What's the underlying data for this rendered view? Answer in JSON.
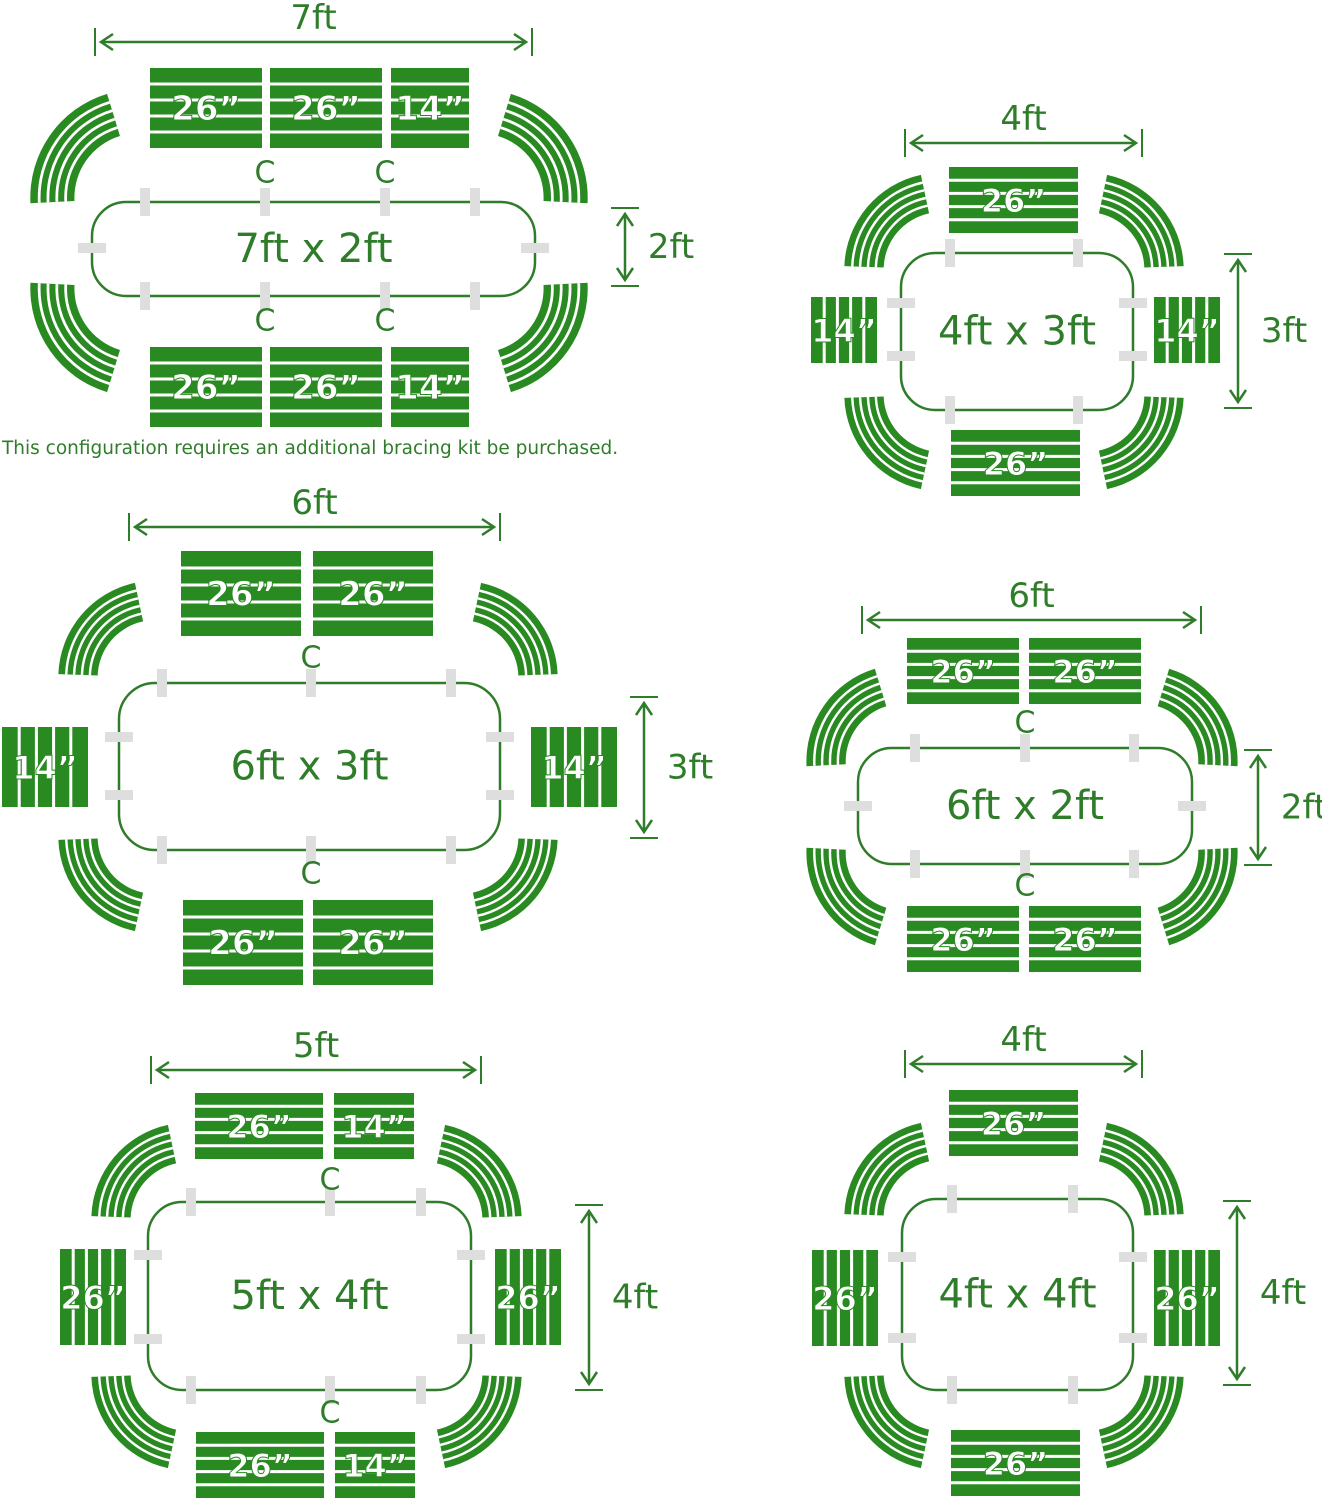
{
  "colors": {
    "green": "#2a8a22",
    "line": "#2f7d2a",
    "stripe": "#ffffff",
    "clip": "#dedede"
  },
  "note": "This configuration requires an additional bracing kit be purchased.",
  "configs": [
    {
      "id": "7x2",
      "width_label": "7ft",
      "height_label": "2ft",
      "table_label": "7ft x 2ft",
      "top_panels": [
        "26”",
        "26”",
        "14”"
      ],
      "bottom_panels": [
        "26”",
        "26”",
        "14”"
      ],
      "side_panels": [],
      "connector_label": "C"
    },
    {
      "id": "4x3",
      "width_label": "4ft",
      "height_label": "3ft",
      "table_label": "4ft x 3ft",
      "top_panels": [
        "26”"
      ],
      "bottom_panels": [
        "26”"
      ],
      "side_panels": [
        "14”",
        "14”"
      ],
      "connector_label": ""
    },
    {
      "id": "6x3",
      "width_label": "6ft",
      "height_label": "3ft",
      "table_label": "6ft x 3ft",
      "top_panels": [
        "26”",
        "26”"
      ],
      "bottom_panels": [
        "26”",
        "26”"
      ],
      "side_panels": [
        "14”",
        "14”"
      ],
      "connector_label": "C"
    },
    {
      "id": "6x2",
      "width_label": "6ft",
      "height_label": "2ft",
      "table_label": "6ft x 2ft",
      "top_panels": [
        "26”",
        "26”"
      ],
      "bottom_panels": [
        "26”",
        "26”"
      ],
      "side_panels": [],
      "connector_label": "C"
    },
    {
      "id": "5x4",
      "width_label": "5ft",
      "height_label": "4ft",
      "table_label": "5ft x 4ft",
      "top_panels": [
        "26”",
        "14”"
      ],
      "bottom_panels": [
        "26”",
        "14”"
      ],
      "side_panels": [
        "26”",
        "26”"
      ],
      "connector_label": "C"
    },
    {
      "id": "4x4",
      "width_label": "4ft",
      "height_label": "4ft",
      "table_label": "4ft x 4ft",
      "top_panels": [
        "26”"
      ],
      "bottom_panels": [
        "26”"
      ],
      "side_panels": [
        "26”",
        "26”"
      ],
      "connector_label": ""
    }
  ]
}
